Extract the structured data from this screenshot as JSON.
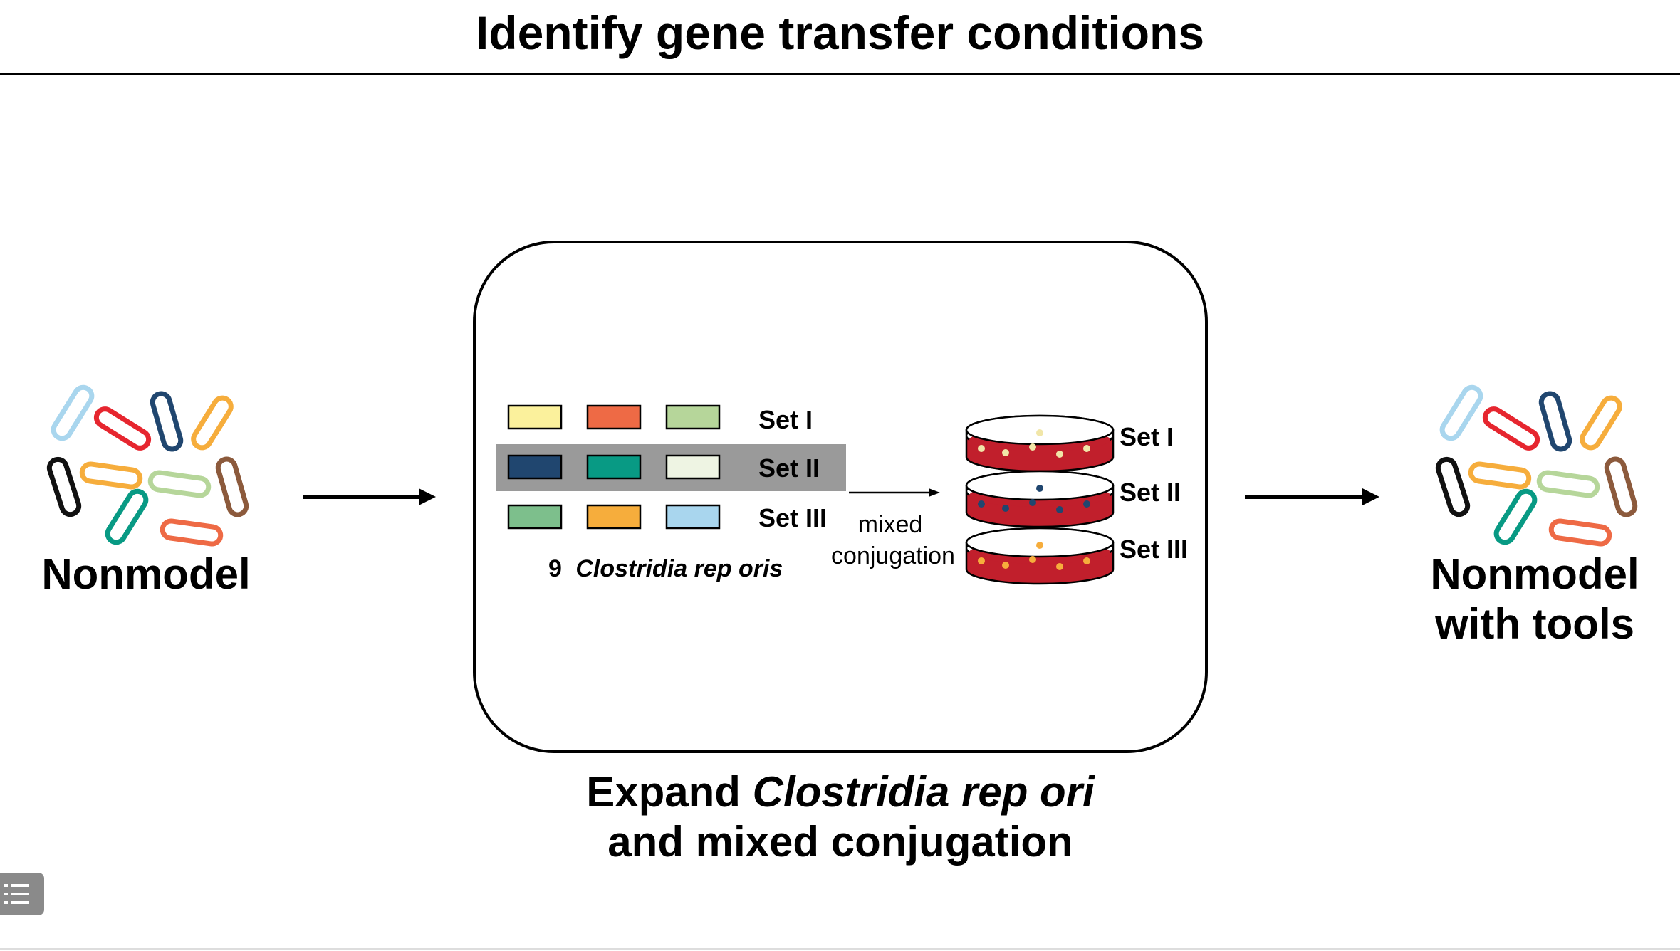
{
  "title": "Identify gene transfer conditions",
  "left_panel": {
    "label": "Nonmodel"
  },
  "right_panel": {
    "label_line1": "Nonmodel",
    "label_line2": "with tools"
  },
  "center_panel": {
    "set_labels": [
      "Set I",
      "Set II",
      "Set III"
    ],
    "plasmid_colors": [
      [
        "#fbf19c",
        "#ee6a45",
        "#b6d69a"
      ],
      [
        "#20466f",
        "#089a84",
        "#eef4e3"
      ],
      [
        "#7dbf8c",
        "#f6ad3c",
        "#a9d6ee"
      ]
    ],
    "highlighted_set": "Set II",
    "oris_count": "9",
    "oris_label": "Clostridia rep oris",
    "arrow_label_line1": "mixed",
    "arrow_label_line2": "conjugation",
    "plate_labels": [
      "Set I",
      "Set II",
      "Set III"
    ],
    "plate_agar_color": "#c11f2c",
    "colony_colors": [
      "#f1e6a8",
      "#20466f",
      "#f6ad3c"
    ]
  },
  "caption": {
    "line1_prefix": "Expand ",
    "line1_italic": "Clostridia rep ori",
    "line2": "and mixed conjugation"
  },
  "bacteria_colors": [
    "#a9d6ee",
    "#e6262f",
    "#20466f",
    "#f6ad3c",
    "#111111",
    "#f6ad3c",
    "#b6d69a",
    "#8c5a3c",
    "#089a84",
    "#ee6a45"
  ],
  "toc_icon": "list-icon"
}
